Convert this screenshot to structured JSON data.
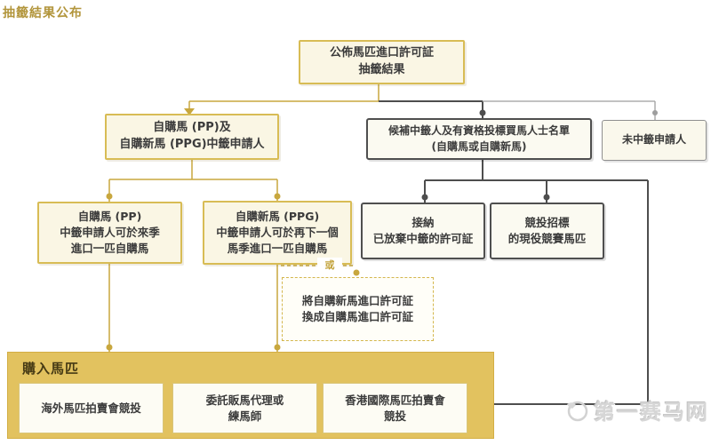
{
  "page_title": "抽籤結果公布",
  "flowchart": {
    "root": {
      "line1": "公佈馬匹進口許可証",
      "line2": "抽籤結果"
    },
    "pp_ppg_winners": {
      "line1": "自購馬 (PP)及",
      "line2": "自購新馬 (PPG)中籤申請人"
    },
    "reserve_list": {
      "line1": "候補中籤人及有資格投標買馬人士名單",
      "line2": "(自購馬或自購新馬)"
    },
    "unsuccessful": {
      "label": "未中籤申請人"
    },
    "pp_detail": {
      "line1": "自購馬 (PP)",
      "line2": "中籤申請人可於來季",
      "line3": "進口一匹自購馬"
    },
    "ppg_detail": {
      "line1": "自購新馬 (PPG)",
      "line2": "中籤申請人可於再下一個",
      "line3": "馬季進口一匹自購馬"
    },
    "accept_surrendered": {
      "line1": "接納",
      "line2": "已放棄中籤的許可証"
    },
    "tender_horses": {
      "line1": "競投招標",
      "line2": "的現役競賽馬匹"
    },
    "or_label": "或",
    "convert_permit": {
      "line1": "將自購新馬進口許可証",
      "line2": "換成自購馬進口許可証"
    },
    "purchase": {
      "title": "購入馬匹",
      "options": [
        {
          "line1": "海外馬匹拍賣會競投"
        },
        {
          "line1": "委託販馬代理或",
          "line2": "練馬師"
        },
        {
          "line1": "香港國際馬匹拍賣會",
          "line2": "競投"
        }
      ]
    }
  },
  "watermark": {
    "brand": "第一赛马网"
  },
  "colors": {
    "title_gold": "#b2953b",
    "box_border_gold": "#d8bc55",
    "box_fill_cream": "#faf6e4",
    "banner_gold": "#e2c25f",
    "banner_text": "#463a14",
    "dark_line": "#4e4e4e",
    "light_gray_line": "#9e9e9e",
    "gold_line": "#c8a73e",
    "watermark_gray": "#d6d6d6"
  }
}
